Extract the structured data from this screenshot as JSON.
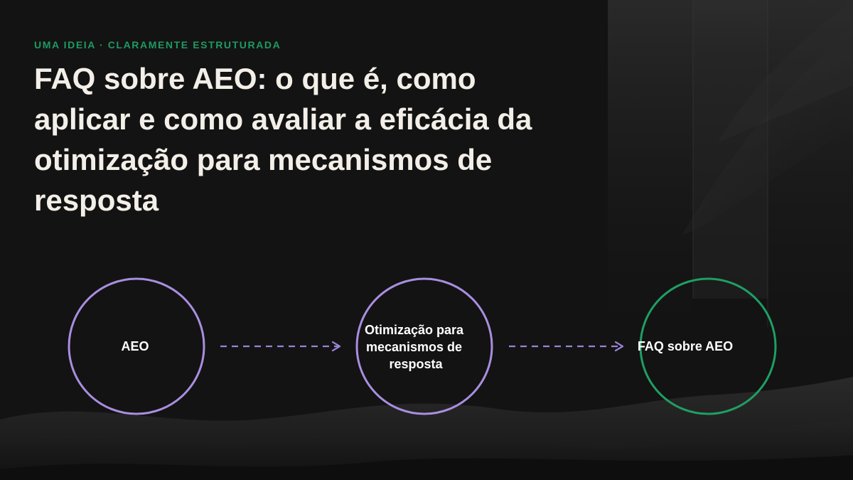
{
  "slide": {
    "eyebrow": "UMA IDEIA · CLARAMENTE ESTRUTURADA",
    "title": "FAQ sobre AEO: o que é, como aplicar e como avaliar a eficácia da otimização para mecanismos de resposta"
  },
  "diagram": {
    "nodes": [
      {
        "label_lines": [
          "AEO"
        ],
        "color": "#a98ee0"
      },
      {
        "label_lines": [
          "Otimização para",
          "mecanismos de",
          "resposta"
        ],
        "color": "#a98ee0"
      },
      {
        "label_lines": [
          "FAQ sobre AEO"
        ],
        "color": "#1f9e64"
      }
    ],
    "arrow_color": "#9a82d6"
  },
  "colors": {
    "background": "#131313",
    "eyebrow": "#1e9a63",
    "title": "#f3efe8"
  }
}
